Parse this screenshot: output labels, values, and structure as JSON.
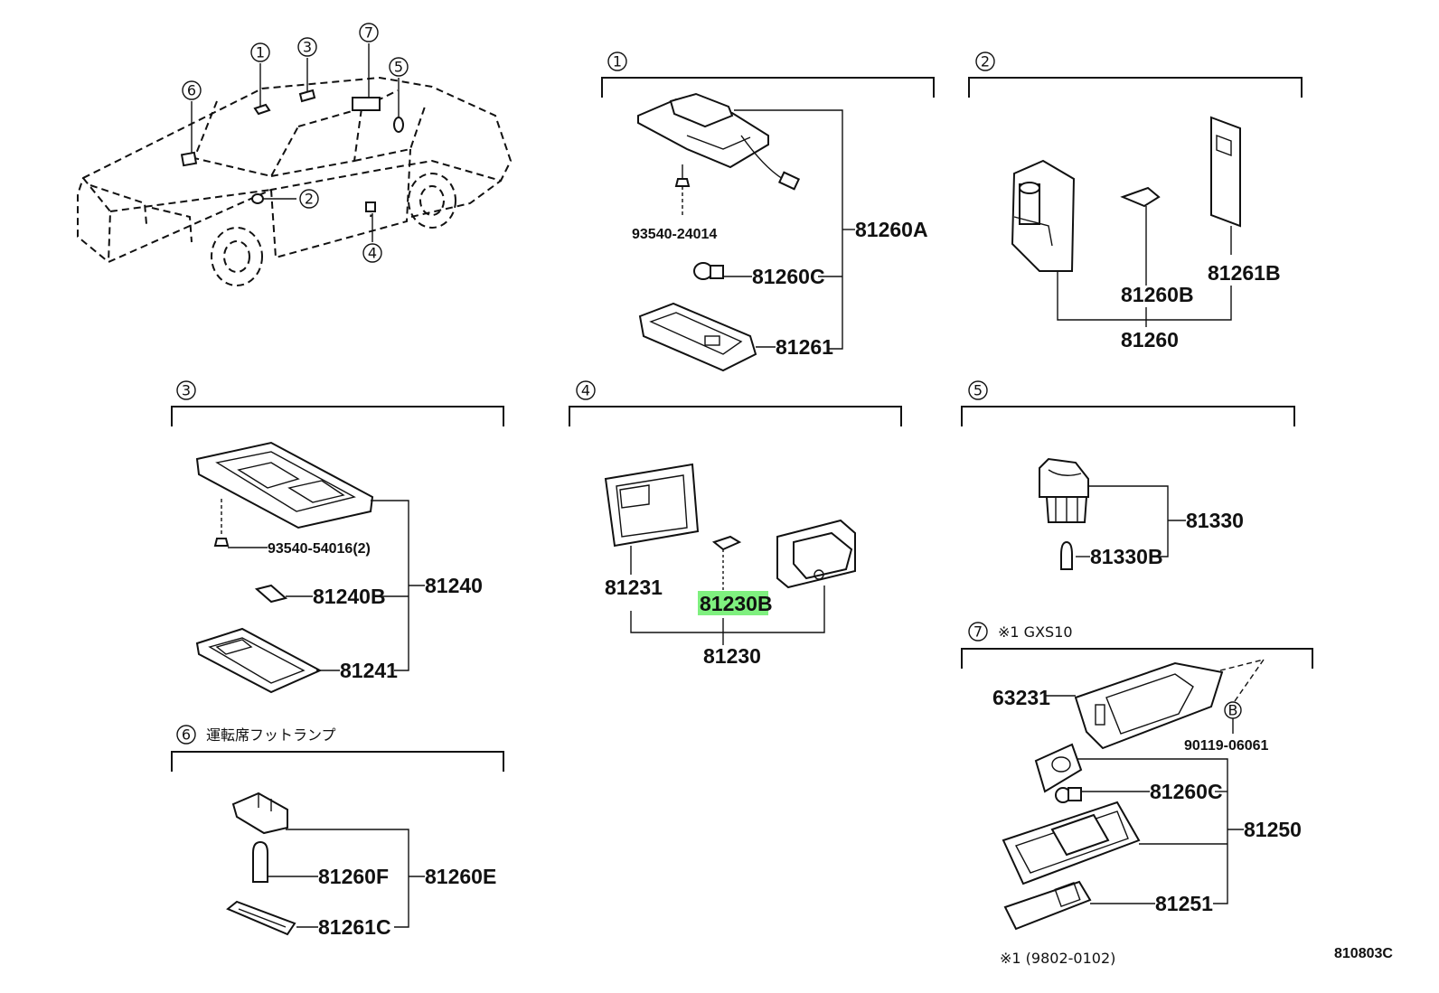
{
  "diagram_code": "810803C",
  "highlight_color": "#7ff07f",
  "callouts": [
    "1",
    "2",
    "3",
    "4",
    "5",
    "6",
    "7"
  ],
  "vehicle_overview": {
    "markers": [
      "1",
      "2",
      "3",
      "4",
      "5",
      "6",
      "7"
    ]
  },
  "section1": {
    "callout": "1",
    "parts": {
      "screw": "93540-24014",
      "assembly": "81260A",
      "bulb": "81260C",
      "lens": "81261"
    }
  },
  "section2": {
    "callout": "2",
    "parts": {
      "bulb": "81260B",
      "lens": "81261B",
      "assembly": "81260"
    }
  },
  "section3": {
    "callout": "3",
    "parts": {
      "screw": "93540-54016(2)",
      "bulb": "81240B",
      "assembly": "81240",
      "lens": "81241"
    }
  },
  "section4": {
    "callout": "4",
    "parts": {
      "lens": "81231",
      "bulb": "81230B",
      "assembly": "81230"
    }
  },
  "section5": {
    "callout": "5",
    "parts": {
      "assembly": "81330",
      "bulb": "81330B"
    }
  },
  "section6": {
    "callout": "6",
    "title": "運転席フットランプ",
    "parts": {
      "bulb": "81260F",
      "assembly": "81260E",
      "lens": "81261C"
    }
  },
  "section7": {
    "callout": "7",
    "note": "※1 GXS10",
    "parts": {
      "plate": "63231",
      "screw_marker": "B",
      "screw": "90119-06061",
      "bulb": "81260C",
      "assembly": "81250",
      "lens": "81251"
    },
    "footnote": "※1 (9802-0102)"
  }
}
